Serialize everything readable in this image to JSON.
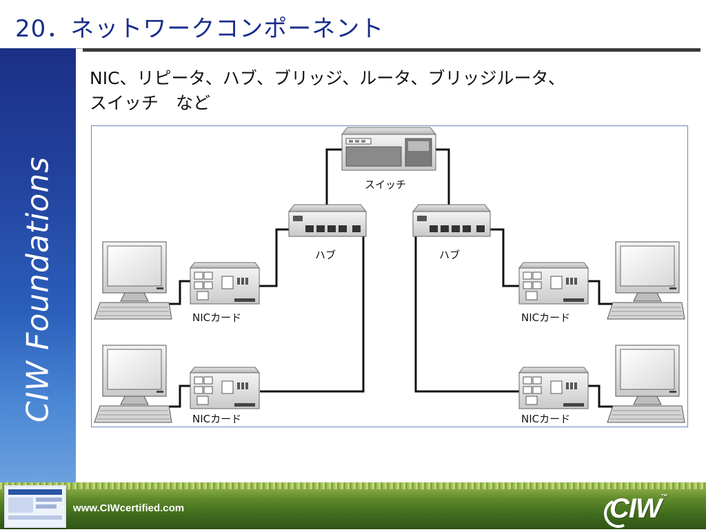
{
  "slide": {
    "title": "20．ネットワークコンポーネント",
    "side_text": "CIW Foundations",
    "subtitle_line1": "NIC、リピータ、ハブ、ブリッジ、ルータ、ブリッジルータ、",
    "subtitle_line2": "スイッチ　など"
  },
  "diagram": {
    "switch_label": "スイッチ",
    "hub_left_label": "ハブ",
    "hub_right_label": "ハブ",
    "nic_labels": [
      "NICカード",
      "NICカード",
      "NICカード",
      "NICカード"
    ]
  },
  "footer": {
    "url": "www.CIWcertified.com",
    "logo_text": "CIW",
    "logo_tm": "™"
  },
  "colors": {
    "title": "#1a2e8c",
    "side_band": "#22439e",
    "footer_green": "#4f7a22",
    "diagram_border": "#6b87b8"
  }
}
